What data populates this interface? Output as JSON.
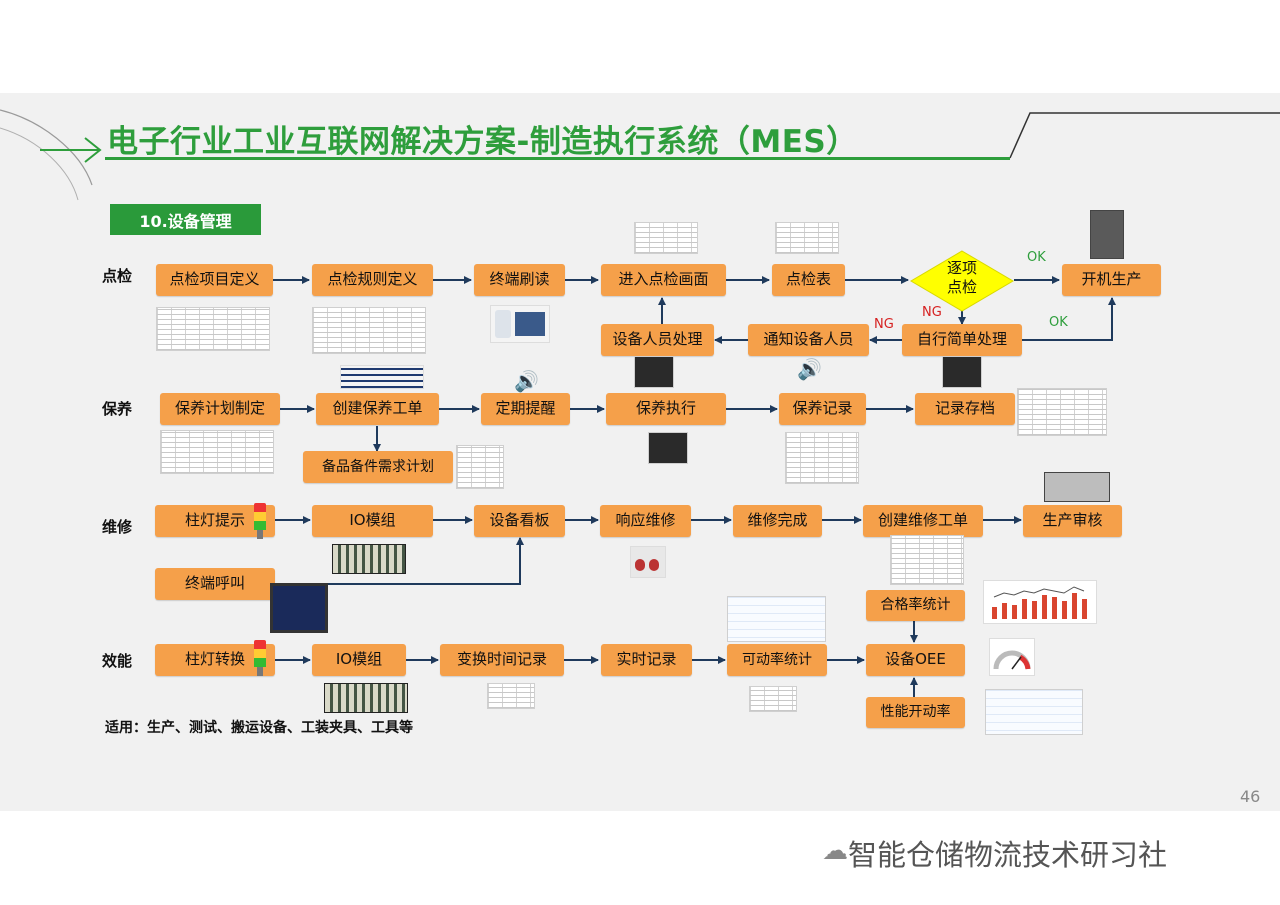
{
  "header": {
    "title": "电子行业工业互联网解决方案-制造执行系统（MES）",
    "section": "10.设备管理"
  },
  "rows": {
    "spot_check": "点检",
    "maintenance": "保养",
    "repair": "维修",
    "efficiency": "效能"
  },
  "spot_check": {
    "define_items": "点检项目定义",
    "define_rules": "点检规则定义",
    "terminal_read": "终端刷读",
    "enter_screen": "进入点检画面",
    "check_sheet": "点检表",
    "decision": "逐项\n点检",
    "start_production": "开机生产",
    "simple_handling": "自行简单处理",
    "notify_staff": "通知设备人员",
    "staff_handling": "设备人员处理",
    "ok_label_1": "OK",
    "ok_label_2": "OK",
    "ng_label_1": "NG",
    "ng_label_2": "NG"
  },
  "maintenance": {
    "plan": "保养计划制定",
    "work_order": "创建保养工单",
    "spare_parts": "备品备件需求计划",
    "reminder": "定期提醒",
    "execute": "保养执行",
    "record": "保养记录",
    "archive": "记录存档"
  },
  "repair": {
    "tower_light": "柱灯提示",
    "io_module": "IO模组",
    "terminal_call": "终端呼叫",
    "board": "设备看板",
    "respond": "响应维修",
    "complete": "维修完成",
    "create_order": "创建维修工单",
    "production_review": "生产审核"
  },
  "efficiency": {
    "tower_switch": "柱灯转换",
    "io_module": "IO模组",
    "switch_time": "变换时间记录",
    "realtime": "实时记录",
    "availability": "可动率统计",
    "oee": "设备OEE",
    "yield": "合格率统计",
    "performance": "性能开动率"
  },
  "footer": {
    "applicable": "适用：生产、测试、搬运设备、工装夹具、工具等",
    "page": "46",
    "watermark": "智能仓储物流技术研习社"
  },
  "colors": {
    "accent_green": "#2e9e3c",
    "box_orange": "#f5a04a",
    "decision_yellow": "#ffff00",
    "arrow_blue": "#1f3a5c"
  },
  "icons": [
    "speaker-icon",
    "tower-light-icon",
    "wechat-icon"
  ]
}
